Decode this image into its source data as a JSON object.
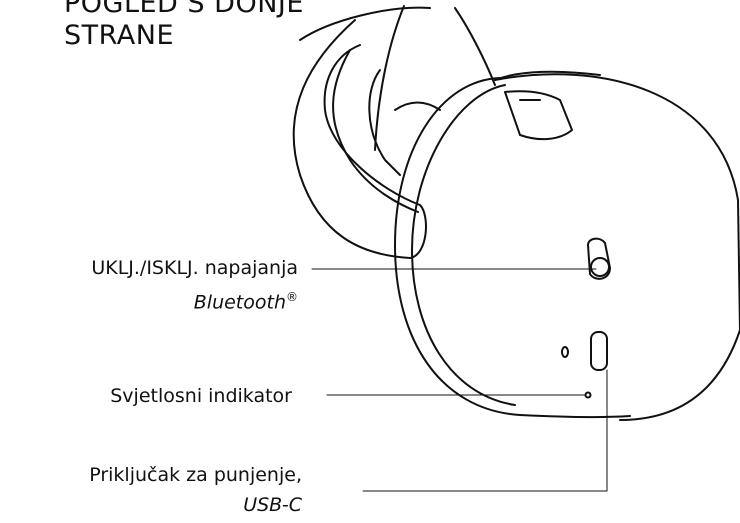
{
  "title": {
    "line1": "POGLED S DONJE",
    "line2": "STRANE"
  },
  "labels": {
    "power": {
      "line1": "UKLJ./ISKLJ. napajanja",
      "line2": "Bluetooth",
      "symbol": "®"
    },
    "indicator": "Svjetlosni indikator",
    "charging": {
      "line1": "Priključak za punjenje,",
      "line2": "USB-C"
    }
  }
}
